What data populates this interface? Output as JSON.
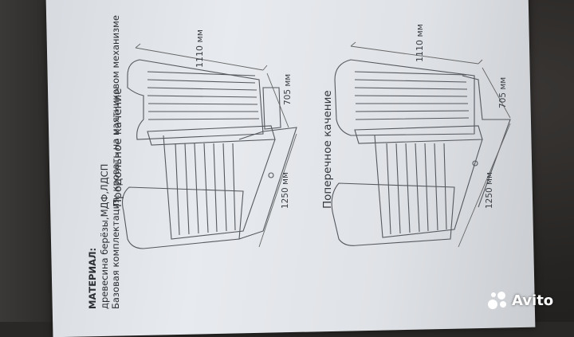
{
  "material": {
    "heading": "МАТЕРИАЛ:",
    "line1": "древесина берёзы,МДФ,ЛДСП",
    "line2": "Базовая комплектация: кровать на маятниковом механизме"
  },
  "crib_left": {
    "title": "Продольное качение",
    "dim_length": "1110 мм",
    "dim_width": "705 мм",
    "dim_diagonal": "1250 мм"
  },
  "crib_right": {
    "title": "Поперечное качение",
    "dim_length": "1110 мм",
    "dim_width": "705 мм",
    "dim_diagonal": "1250 мм"
  },
  "watermark": {
    "label": "Avito",
    "icon": "avito-dots-icon"
  },
  "colors": {
    "paper": "#e3e6ea",
    "ink": "#2b2e33",
    "background": "#262422"
  }
}
